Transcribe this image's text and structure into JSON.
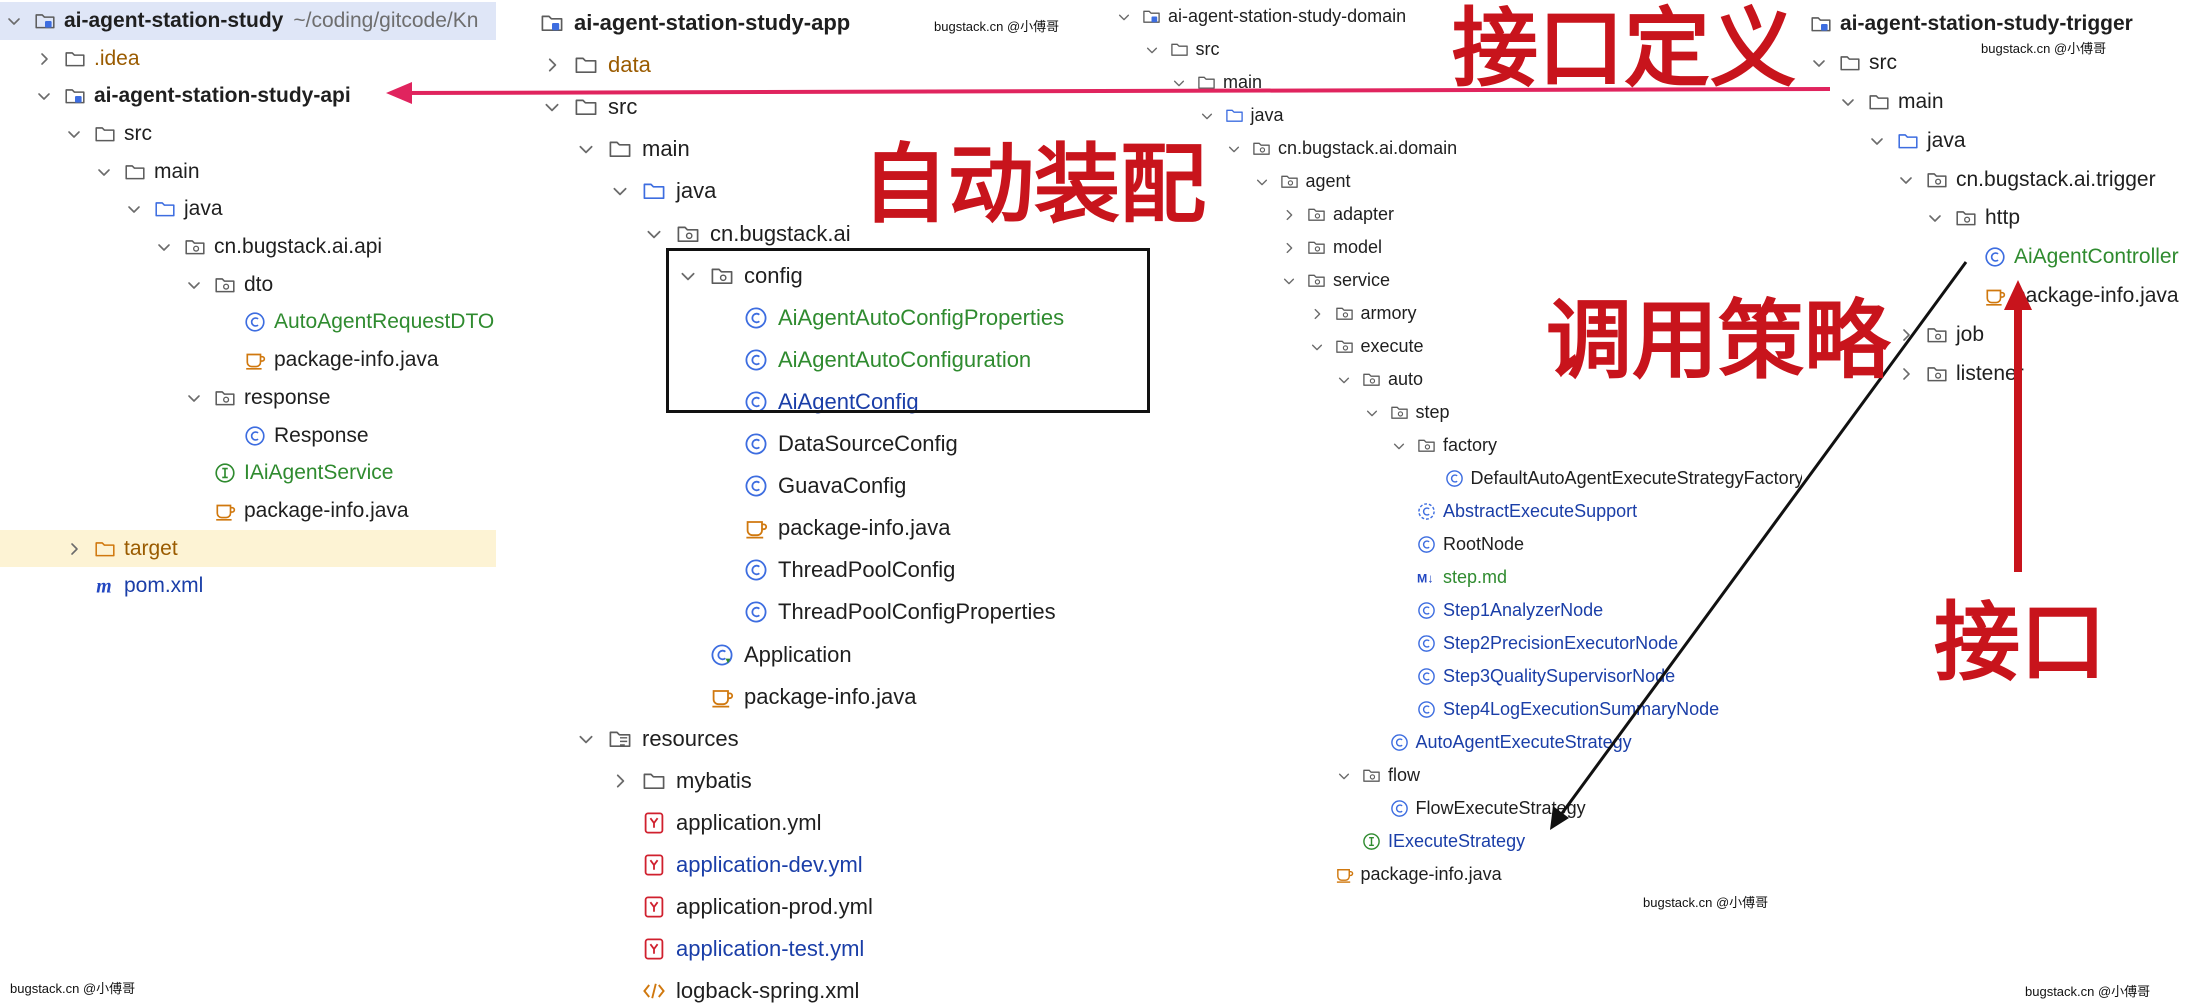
{
  "watermark": "bugstack.cn @小傅哥",
  "annotations": {
    "interface_def": "接口定义",
    "auto_assembly": "自动装配",
    "call_strategy": "调用策略",
    "interface": "接口"
  },
  "colors": {
    "annotation_red": "#c8141c",
    "arrow_pink": "#e0245e",
    "selection_blue": "#dfe6f7",
    "excluded_yellow": "#fdf3d4"
  },
  "study_root": {
    "title": "ai-agent-station-study",
    "path": "~/coding/gitcode/Kn",
    "items": [
      {
        "label": "ai-agent-station-study",
        "sub": "~/coding/gitcode/Kn",
        "depth": 0,
        "icon": "module-folder",
        "arrow": "down",
        "bold": true,
        "hl": "sel"
      },
      {
        "label": ".idea",
        "depth": 1,
        "icon": "folder",
        "arrow": "right",
        "color": "orange"
      },
      {
        "label": "ai-agent-station-study-api",
        "depth": 1,
        "icon": "module-folder",
        "arrow": "down",
        "bold": true
      },
      {
        "label": "src",
        "depth": 2,
        "icon": "folder",
        "arrow": "down"
      },
      {
        "label": "main",
        "depth": 3,
        "icon": "folder",
        "arrow": "down"
      },
      {
        "label": "java",
        "depth": 4,
        "icon": "src-folder",
        "arrow": "down"
      },
      {
        "label": "cn.bugstack.ai.api",
        "depth": 5,
        "icon": "package",
        "arrow": "down"
      },
      {
        "label": "dto",
        "depth": 6,
        "icon": "package",
        "arrow": "down"
      },
      {
        "label": "AutoAgentRequestDTO",
        "depth": 7,
        "icon": "class",
        "color": "green"
      },
      {
        "label": "package-info.java",
        "depth": 7,
        "icon": "java-file"
      },
      {
        "label": "response",
        "depth": 6,
        "icon": "package",
        "arrow": "down"
      },
      {
        "label": "Response",
        "depth": 7,
        "icon": "class"
      },
      {
        "label": "IAiAgentService",
        "depth": 6,
        "icon": "interface",
        "color": "green"
      },
      {
        "label": "package-info.java",
        "depth": 6,
        "icon": "java-file"
      },
      {
        "label": "target",
        "depth": 2,
        "icon": "excluded-folder",
        "arrow": "right",
        "color": "orange",
        "hl": "ex"
      },
      {
        "label": "pom.xml",
        "depth": 2,
        "icon": "maven",
        "color": "blue"
      }
    ]
  },
  "app_module": {
    "items": [
      {
        "label": "ai-agent-station-study-app",
        "depth": 0,
        "icon": "module-folder",
        "bold": true
      },
      {
        "label": "data",
        "depth": 1,
        "icon": "folder",
        "arrow": "right",
        "color": "orange"
      },
      {
        "label": "src",
        "depth": 1,
        "icon": "folder",
        "arrow": "down"
      },
      {
        "label": "main",
        "depth": 2,
        "icon": "folder",
        "arrow": "down"
      },
      {
        "label": "java",
        "depth": 3,
        "icon": "src-folder",
        "arrow": "down"
      },
      {
        "label": "cn.bugstack.ai",
        "depth": 4,
        "icon": "package",
        "arrow": "down"
      },
      {
        "label": "config",
        "depth": 5,
        "icon": "package",
        "arrow": "down"
      },
      {
        "label": "AiAgentAutoConfigProperties",
        "depth": 6,
        "icon": "class",
        "color": "green"
      },
      {
        "label": "AiAgentAutoConfiguration",
        "depth": 6,
        "icon": "class",
        "color": "green"
      },
      {
        "label": "AiAgentConfig",
        "depth": 6,
        "icon": "class",
        "color": "blue"
      },
      {
        "label": "DataSourceConfig",
        "depth": 6,
        "icon": "class"
      },
      {
        "label": "GuavaConfig",
        "depth": 6,
        "icon": "class"
      },
      {
        "label": "package-info.java",
        "depth": 6,
        "icon": "java-file"
      },
      {
        "label": "ThreadPoolConfig",
        "depth": 6,
        "icon": "class"
      },
      {
        "label": "ThreadPoolConfigProperties",
        "depth": 6,
        "icon": "class"
      },
      {
        "label": "Application",
        "depth": 5,
        "icon": "app-class"
      },
      {
        "label": "package-info.java",
        "depth": 5,
        "icon": "java-file"
      },
      {
        "label": "resources",
        "depth": 2,
        "icon": "res-folder",
        "arrow": "down"
      },
      {
        "label": "mybatis",
        "depth": 3,
        "icon": "folder",
        "arrow": "right"
      },
      {
        "label": "application.yml",
        "depth": 3,
        "icon": "yaml"
      },
      {
        "label": "application-dev.yml",
        "depth": 3,
        "icon": "yaml",
        "color": "blue"
      },
      {
        "label": "application-prod.yml",
        "depth": 3,
        "icon": "yaml"
      },
      {
        "label": "application-test.yml",
        "depth": 3,
        "icon": "yaml",
        "color": "blue"
      },
      {
        "label": "logback-spring.xml",
        "depth": 3,
        "icon": "xml"
      }
    ]
  },
  "domain_module": {
    "items": [
      {
        "label": "ai-agent-station-study-domain",
        "depth": 0,
        "icon": "module-folder",
        "arrow": "down"
      },
      {
        "label": "src",
        "depth": 1,
        "icon": "folder",
        "arrow": "down"
      },
      {
        "label": "main",
        "depth": 2,
        "icon": "folder",
        "arrow": "down"
      },
      {
        "label": "java",
        "depth": 3,
        "icon": "src-folder",
        "arrow": "down"
      },
      {
        "label": "cn.bugstack.ai.domain",
        "depth": 4,
        "icon": "package",
        "arrow": "down"
      },
      {
        "label": "agent",
        "depth": 5,
        "icon": "package",
        "arrow": "down"
      },
      {
        "label": "adapter",
        "depth": 6,
        "icon": "package",
        "arrow": "right"
      },
      {
        "label": "model",
        "depth": 6,
        "icon": "package",
        "arrow": "right"
      },
      {
        "label": "service",
        "depth": 6,
        "icon": "package",
        "arrow": "down"
      },
      {
        "label": "armory",
        "depth": 7,
        "icon": "package",
        "arrow": "right"
      },
      {
        "label": "execute",
        "depth": 7,
        "icon": "package",
        "arrow": "down"
      },
      {
        "label": "auto",
        "depth": 8,
        "icon": "package",
        "arrow": "down"
      },
      {
        "label": "step",
        "depth": 9,
        "icon": "package",
        "arrow": "down"
      },
      {
        "label": "factory",
        "depth": 10,
        "icon": "package",
        "arrow": "down"
      },
      {
        "label": "DefaultAutoAgentExecuteStrategyFactory",
        "depth": 11,
        "icon": "class"
      },
      {
        "label": "AbstractExecuteSupport",
        "depth": 10,
        "icon": "abstract-class",
        "color": "blue"
      },
      {
        "label": "RootNode",
        "depth": 10,
        "icon": "class"
      },
      {
        "label": "step.md",
        "depth": 10,
        "icon": "markdown",
        "color": "green"
      },
      {
        "label": "Step1AnalyzerNode",
        "depth": 10,
        "icon": "class",
        "color": "blue"
      },
      {
        "label": "Step2PrecisionExecutorNode",
        "depth": 10,
        "icon": "class",
        "color": "blue"
      },
      {
        "label": "Step3QualitySupervisorNode",
        "depth": 10,
        "icon": "class",
        "color": "blue"
      },
      {
        "label": "Step4LogExecutionSummaryNode",
        "depth": 10,
        "icon": "class",
        "color": "blue"
      },
      {
        "label": "AutoAgentExecuteStrategy",
        "depth": 9,
        "icon": "class",
        "color": "blue"
      },
      {
        "label": "flow",
        "depth": 8,
        "icon": "package",
        "arrow": "down"
      },
      {
        "label": "FlowExecuteStrategy",
        "depth": 9,
        "icon": "class"
      },
      {
        "label": "IExecuteStrategy",
        "depth": 8,
        "icon": "interface",
        "color": "blue"
      },
      {
        "label": "package-info.java",
        "depth": 7,
        "icon": "java-file"
      }
    ]
  },
  "trigger_module": {
    "items": [
      {
        "label": "ai-agent-station-study-trigger",
        "depth": 0,
        "icon": "module-folder",
        "arrow": "down",
        "bold": true
      },
      {
        "label": "src",
        "depth": 1,
        "icon": "folder",
        "arrow": "down"
      },
      {
        "label": "main",
        "depth": 2,
        "icon": "folder",
        "arrow": "down"
      },
      {
        "label": "java",
        "depth": 3,
        "icon": "src-folder",
        "arrow": "down"
      },
      {
        "label": "cn.bugstack.ai.trigger",
        "depth": 4,
        "icon": "package",
        "arrow": "down"
      },
      {
        "label": "http",
        "depth": 5,
        "icon": "package",
        "arrow": "down"
      },
      {
        "label": "AiAgentController",
        "depth": 6,
        "icon": "class",
        "color": "green"
      },
      {
        "label": "package-info.java",
        "depth": 6,
        "icon": "java-file"
      },
      {
        "label": "job",
        "depth": 4,
        "icon": "package",
        "arrow": "right"
      },
      {
        "label": "listener",
        "depth": 4,
        "icon": "package",
        "arrow": "right"
      }
    ]
  }
}
